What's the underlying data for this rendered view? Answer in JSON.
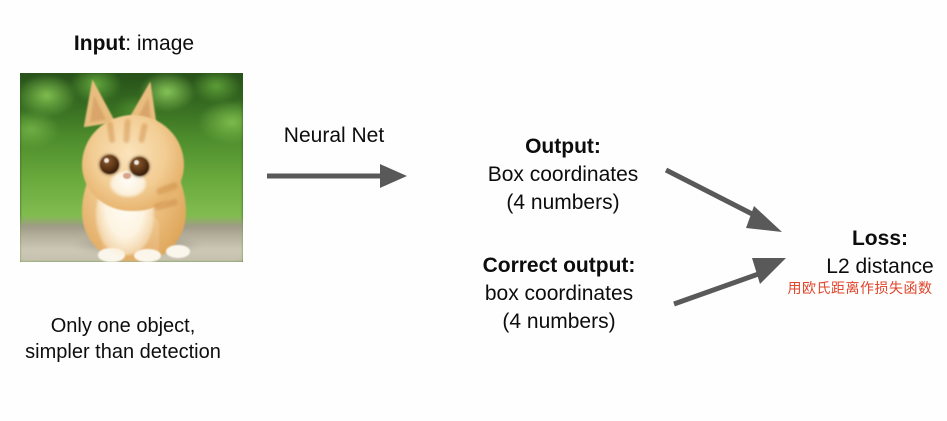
{
  "diagram": {
    "background_color": "#fefefe",
    "text_color": "#0d0d0d",
    "arrow_color": "#595959",
    "annotation_color": "#e0452b"
  },
  "input": {
    "title_bold": "Input",
    "title_rest": ": image",
    "image_alt": "orange ginger kitten sitting on a stone path with green grass background",
    "caption_line1": "Only one object,",
    "caption_line2": "simpler than detection"
  },
  "model": {
    "label": "Neural Net"
  },
  "output": {
    "heading": "Output:",
    "line1": "Box coordinates",
    "line2": "(4 numbers)"
  },
  "correct_output": {
    "heading": "Correct output:",
    "line1": "box coordinates",
    "line2": "(4 numbers)"
  },
  "loss": {
    "heading": "Loss:",
    "line1": "L2 distance",
    "annotation": "用欧氏距离作损失函数"
  },
  "arrows": [
    {
      "name": "input-to-network",
      "from": "input image",
      "to": "output"
    },
    {
      "name": "output-to-loss",
      "from": "output",
      "to": "loss"
    },
    {
      "name": "correct-output-to-loss",
      "from": "correct output",
      "to": "loss"
    }
  ]
}
